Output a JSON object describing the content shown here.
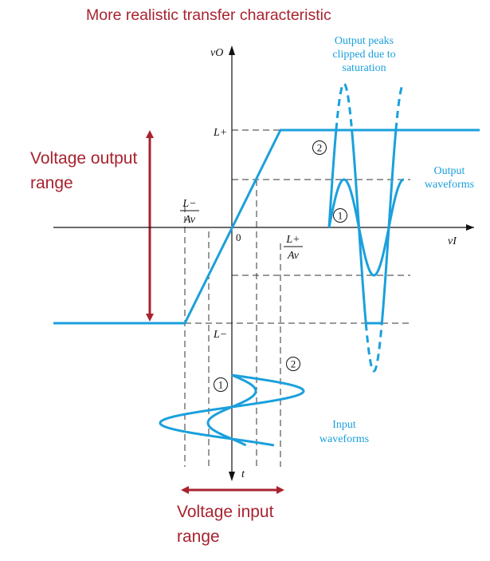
{
  "title": "More realistic transfer characteristic",
  "labels": {
    "voltage_output_range_line1": "Voltage output",
    "voltage_output_range_line2": "range",
    "voltage_input_range_line1": "Voltage input",
    "voltage_input_range_line2": "range",
    "output_peaks_line1": "Output peaks",
    "output_peaks_line2": "clipped due to",
    "output_peaks_line3": "saturation",
    "output_waveforms_line1": "Output",
    "output_waveforms_line2": "waveforms",
    "input_waveforms_line1": "Input",
    "input_waveforms_line2": "waveforms",
    "v_o": "vO",
    "v_i": "vI",
    "t": "t",
    "origin": "0",
    "l_plus": "L+",
    "l_minus": "L−",
    "l_minus_frac_num": "L−",
    "l_minus_frac_den": "Av",
    "l_plus_frac_num": "L+",
    "l_plus_frac_den": "Av",
    "circle_1": "1",
    "circle_2": "2"
  },
  "colors": {
    "accent_red": "#a8232f",
    "curve_blue": "#1ba0dc",
    "axis": "#111111"
  }
}
